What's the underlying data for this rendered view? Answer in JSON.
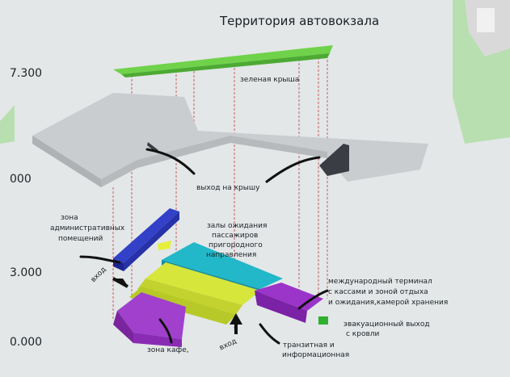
{
  "title": "Территория автовокзала",
  "levels": [
    "7.300",
    "000",
    "3.000",
    "0.000"
  ],
  "labels": {
    "green_roof": "зеленая крыша",
    "roof_exit": "выход на крышу",
    "admin_zone": [
      "зона",
      "административных",
      "помещений"
    ],
    "suburban_halls": [
      "залы ожидания",
      "пассажиров",
      "пригородного",
      "направления"
    ],
    "intl_terminal": [
      "международный терминал",
      "с кассами и зоной отдыха",
      "и ожидания,камерой хранения"
    ],
    "evac_exit": [
      "эвакуационный выход",
      "с кровли"
    ],
    "transit_zone": [
      "транзитная и",
      "информационная"
    ],
    "cafe_zone": "зона кафе,",
    "entrance_1": "вход",
    "entrance_2": "вход"
  },
  "colors": {
    "background": "#e3e7e8",
    "green_roof": "#6fd24a",
    "slab": "#c9cdd0",
    "cyan": "#22b8c9",
    "yellow": "#d7e63a",
    "purple": "#9b34c9",
    "admin_blue": "#3340c8",
    "map_green": "#b8dfb0"
  }
}
